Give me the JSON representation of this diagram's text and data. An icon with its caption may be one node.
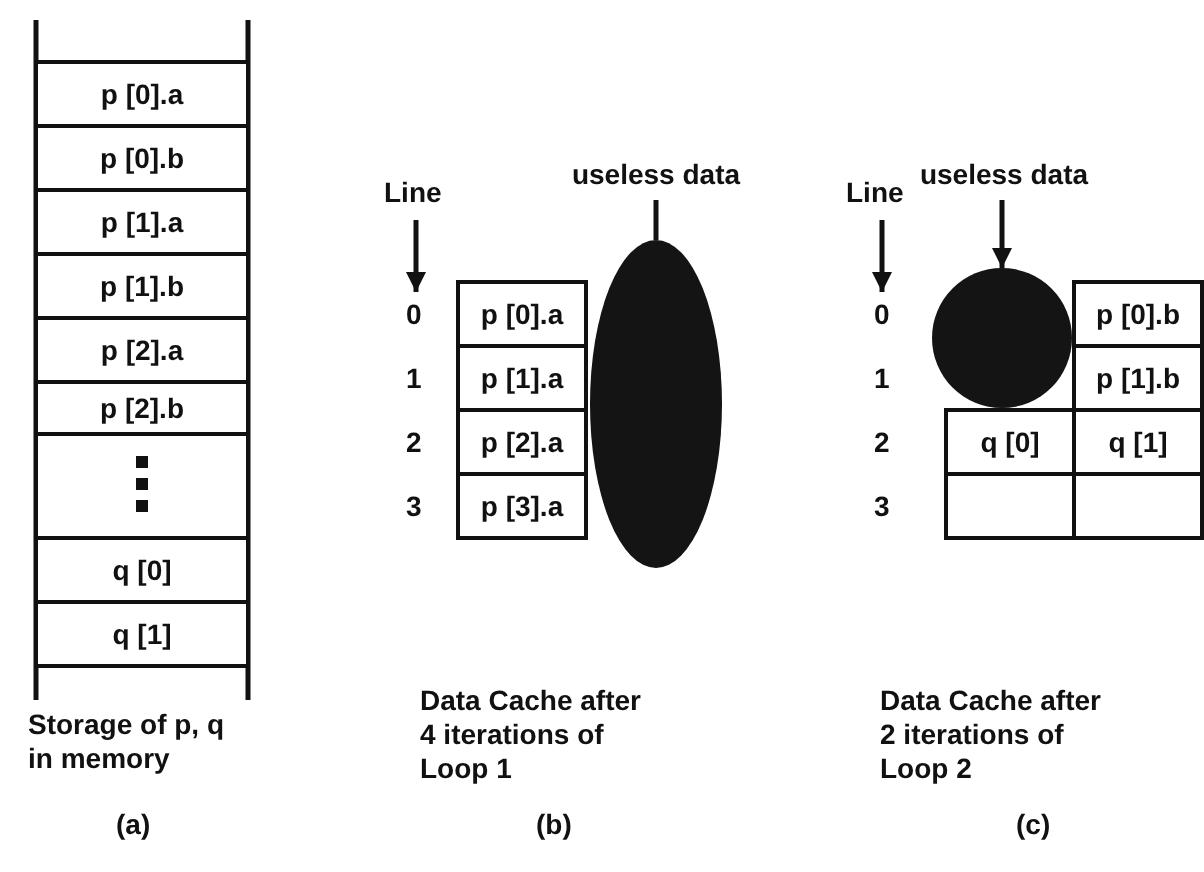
{
  "diagram": {
    "nodes": [
      {
        "text": [
          "p [0].a"
        ]
      },
      {
        "text": [
          "p [0].b"
        ]
      },
      {
        "text": [
          "p [1].a"
        ]
      },
      {
        "text": [
          "p [1].b"
        ]
      },
      {
        "text": [
          "p [2].a"
        ]
      },
      {
        "text": [
          "p [2].b"
        ]
      },
      {
        "text": [],
        "shape": "box"
      },
      {
        "text": [
          "q [0]"
        ]
      },
      {
        "text": [
          "q [1]"
        ]
      },
      {
        "text": [
          "useless data"
        ]
      },
      {
        "text": [],
        "shape": "ellipse"
      },
      {
        "text": [
          "p [0].a"
        ]
      },
      {
        "text": [
          "p [1].a"
        ]
      },
      {
        "text": [
          "p [2].a"
        ]
      },
      {
        "text": [
          "p [3].a"
        ]
      },
      {
        "text": [
          "useless data"
        ]
      },
      {
        "text": [],
        "shape": "circle"
      },
      {
        "text": [
          "p [0].b"
        ]
      },
      {
        "text": [
          "p [1].b"
        ]
      },
      {
        "text": [
          "q [0]"
        ]
      },
      {
        "text": [
          "q [1]"
        ]
      },
      {
        "text": [],
        "shape": "box"
      },
      {
        "text": [],
        "shape": "box"
      }
    ],
    "edges": [
      {
        "from": 9,
        "to": 10,
        "arrow": "none"
      },
      {
        "from": 15,
        "to": 16,
        "arrow": "to"
      }
    ],
    "labels": [
      "Storage of p, q in memory",
      "(a)",
      "Line",
      "0",
      "1",
      "2",
      "3",
      "Data Cache after 4 iterations of Loop 1",
      "(b)",
      "Line",
      "0",
      "1",
      "2",
      "3",
      "Data Cache after 2 iterations of Loop 2",
      "(c)"
    ]
  }
}
